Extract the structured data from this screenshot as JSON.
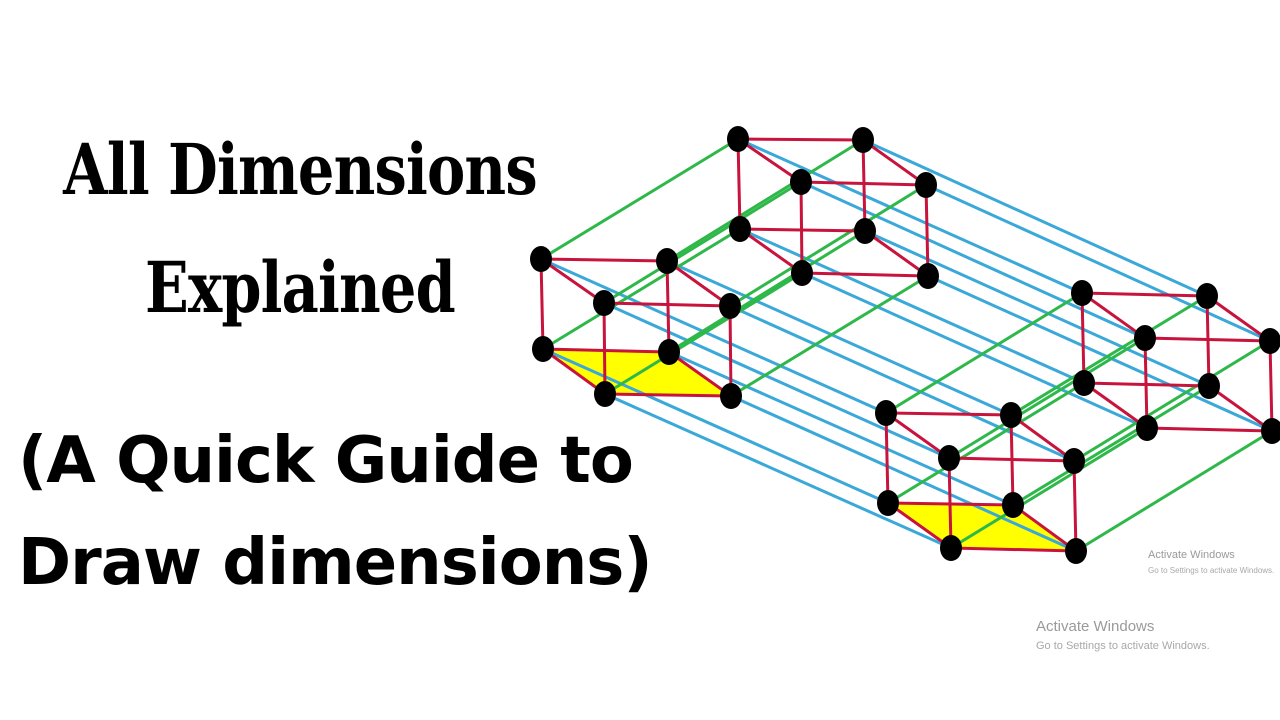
{
  "title": {
    "line1": "All Dimensions",
    "line2": "Explained"
  },
  "subtitle": {
    "line1": "(A Quick Guide to",
    "line2": "Draw dimensions)"
  },
  "watermarks": [
    {
      "title": "Activate Windows",
      "subtitle": "Go to Settings to activate Windows."
    },
    {
      "title": "Activate Windows",
      "subtitle": "Go to Settings to activate Windows."
    }
  ],
  "colors": {
    "edge_red": "#c8143c",
    "edge_green": "#2fb84a",
    "edge_blue": "#3aa8d8",
    "vertex": "#000000",
    "face_fill": "#ffff00"
  }
}
